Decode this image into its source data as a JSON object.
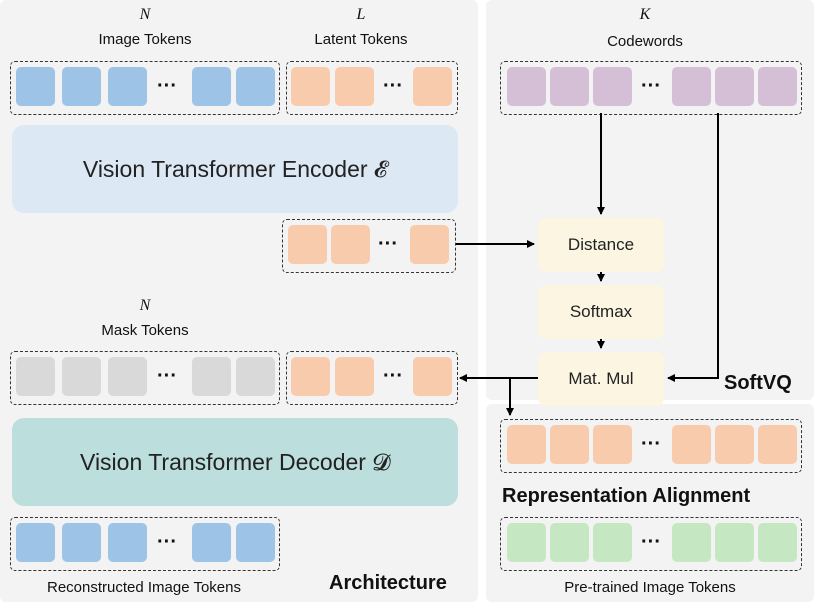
{
  "colors": {
    "image_token": "#9dc3e6",
    "latent_token": "#f8cbad",
    "codeword": "#d5bfd6",
    "mask_token": "#d9d9d9",
    "pretrained_token": "#c5e7c2",
    "encoder_bg": "#dde8f5",
    "decoder_bg": "#bcdedd",
    "op_bg": "#fbf5e2",
    "panel_bg": "#f3f3f3"
  },
  "labels": {
    "image_tokens_var": "N",
    "image_tokens": "Image Tokens",
    "latent_tokens_var": "L",
    "latent_tokens": "Latent Tokens",
    "codewords_var": "K",
    "codewords": "Codewords",
    "mask_tokens_var": "N",
    "mask_tokens": "Mask Tokens",
    "reconstructed": "Reconstructed Image Tokens",
    "pretrained": "Pre-trained Image Tokens",
    "ellipsis": "···"
  },
  "blocks": {
    "encoder": "Vision Transformer Encoder 𝓔",
    "decoder": "Vision Transformer Decoder 𝓓"
  },
  "ops": {
    "distance": "Distance",
    "softmax": "Softmax",
    "matmul": "Mat. Mul"
  },
  "titles": {
    "softvq": "SoftVQ",
    "alignment": "Representation Alignment",
    "architecture": "Architecture"
  }
}
